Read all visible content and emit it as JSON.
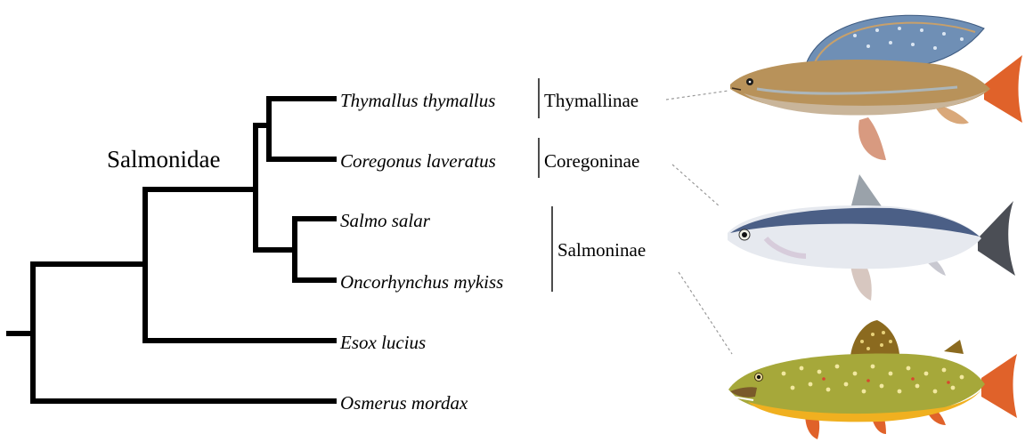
{
  "family_label": "Salmonidae",
  "taxa": {
    "thymallus": "Thymallus thymallus",
    "coregonus": "Coregonus laveratus",
    "salmo": "Salmo salar",
    "oncorhynchus": "Oncorhynchus mykiss",
    "esox": "Esox lucius",
    "osmerus": "Osmerus mordax"
  },
  "subfamilies": {
    "thymallinae": "Thymallinae",
    "coregoninae": "Coregoninae",
    "salmoninae": "Salmoninae"
  },
  "fish_illustrations": [
    "grayling-icon",
    "whitefish-icon",
    "trout-icon"
  ],
  "colors": {
    "grayling_body": "#b8925a",
    "grayling_fin": "#6f8fb5",
    "grayling_tail": "#e0622a",
    "whitefish_body": "#e6e9ef",
    "whitefish_back": "#4b5f86",
    "trout_body": "#a6a83a",
    "trout_belly": "#f0b020",
    "trout_fin": "#e0622a"
  }
}
